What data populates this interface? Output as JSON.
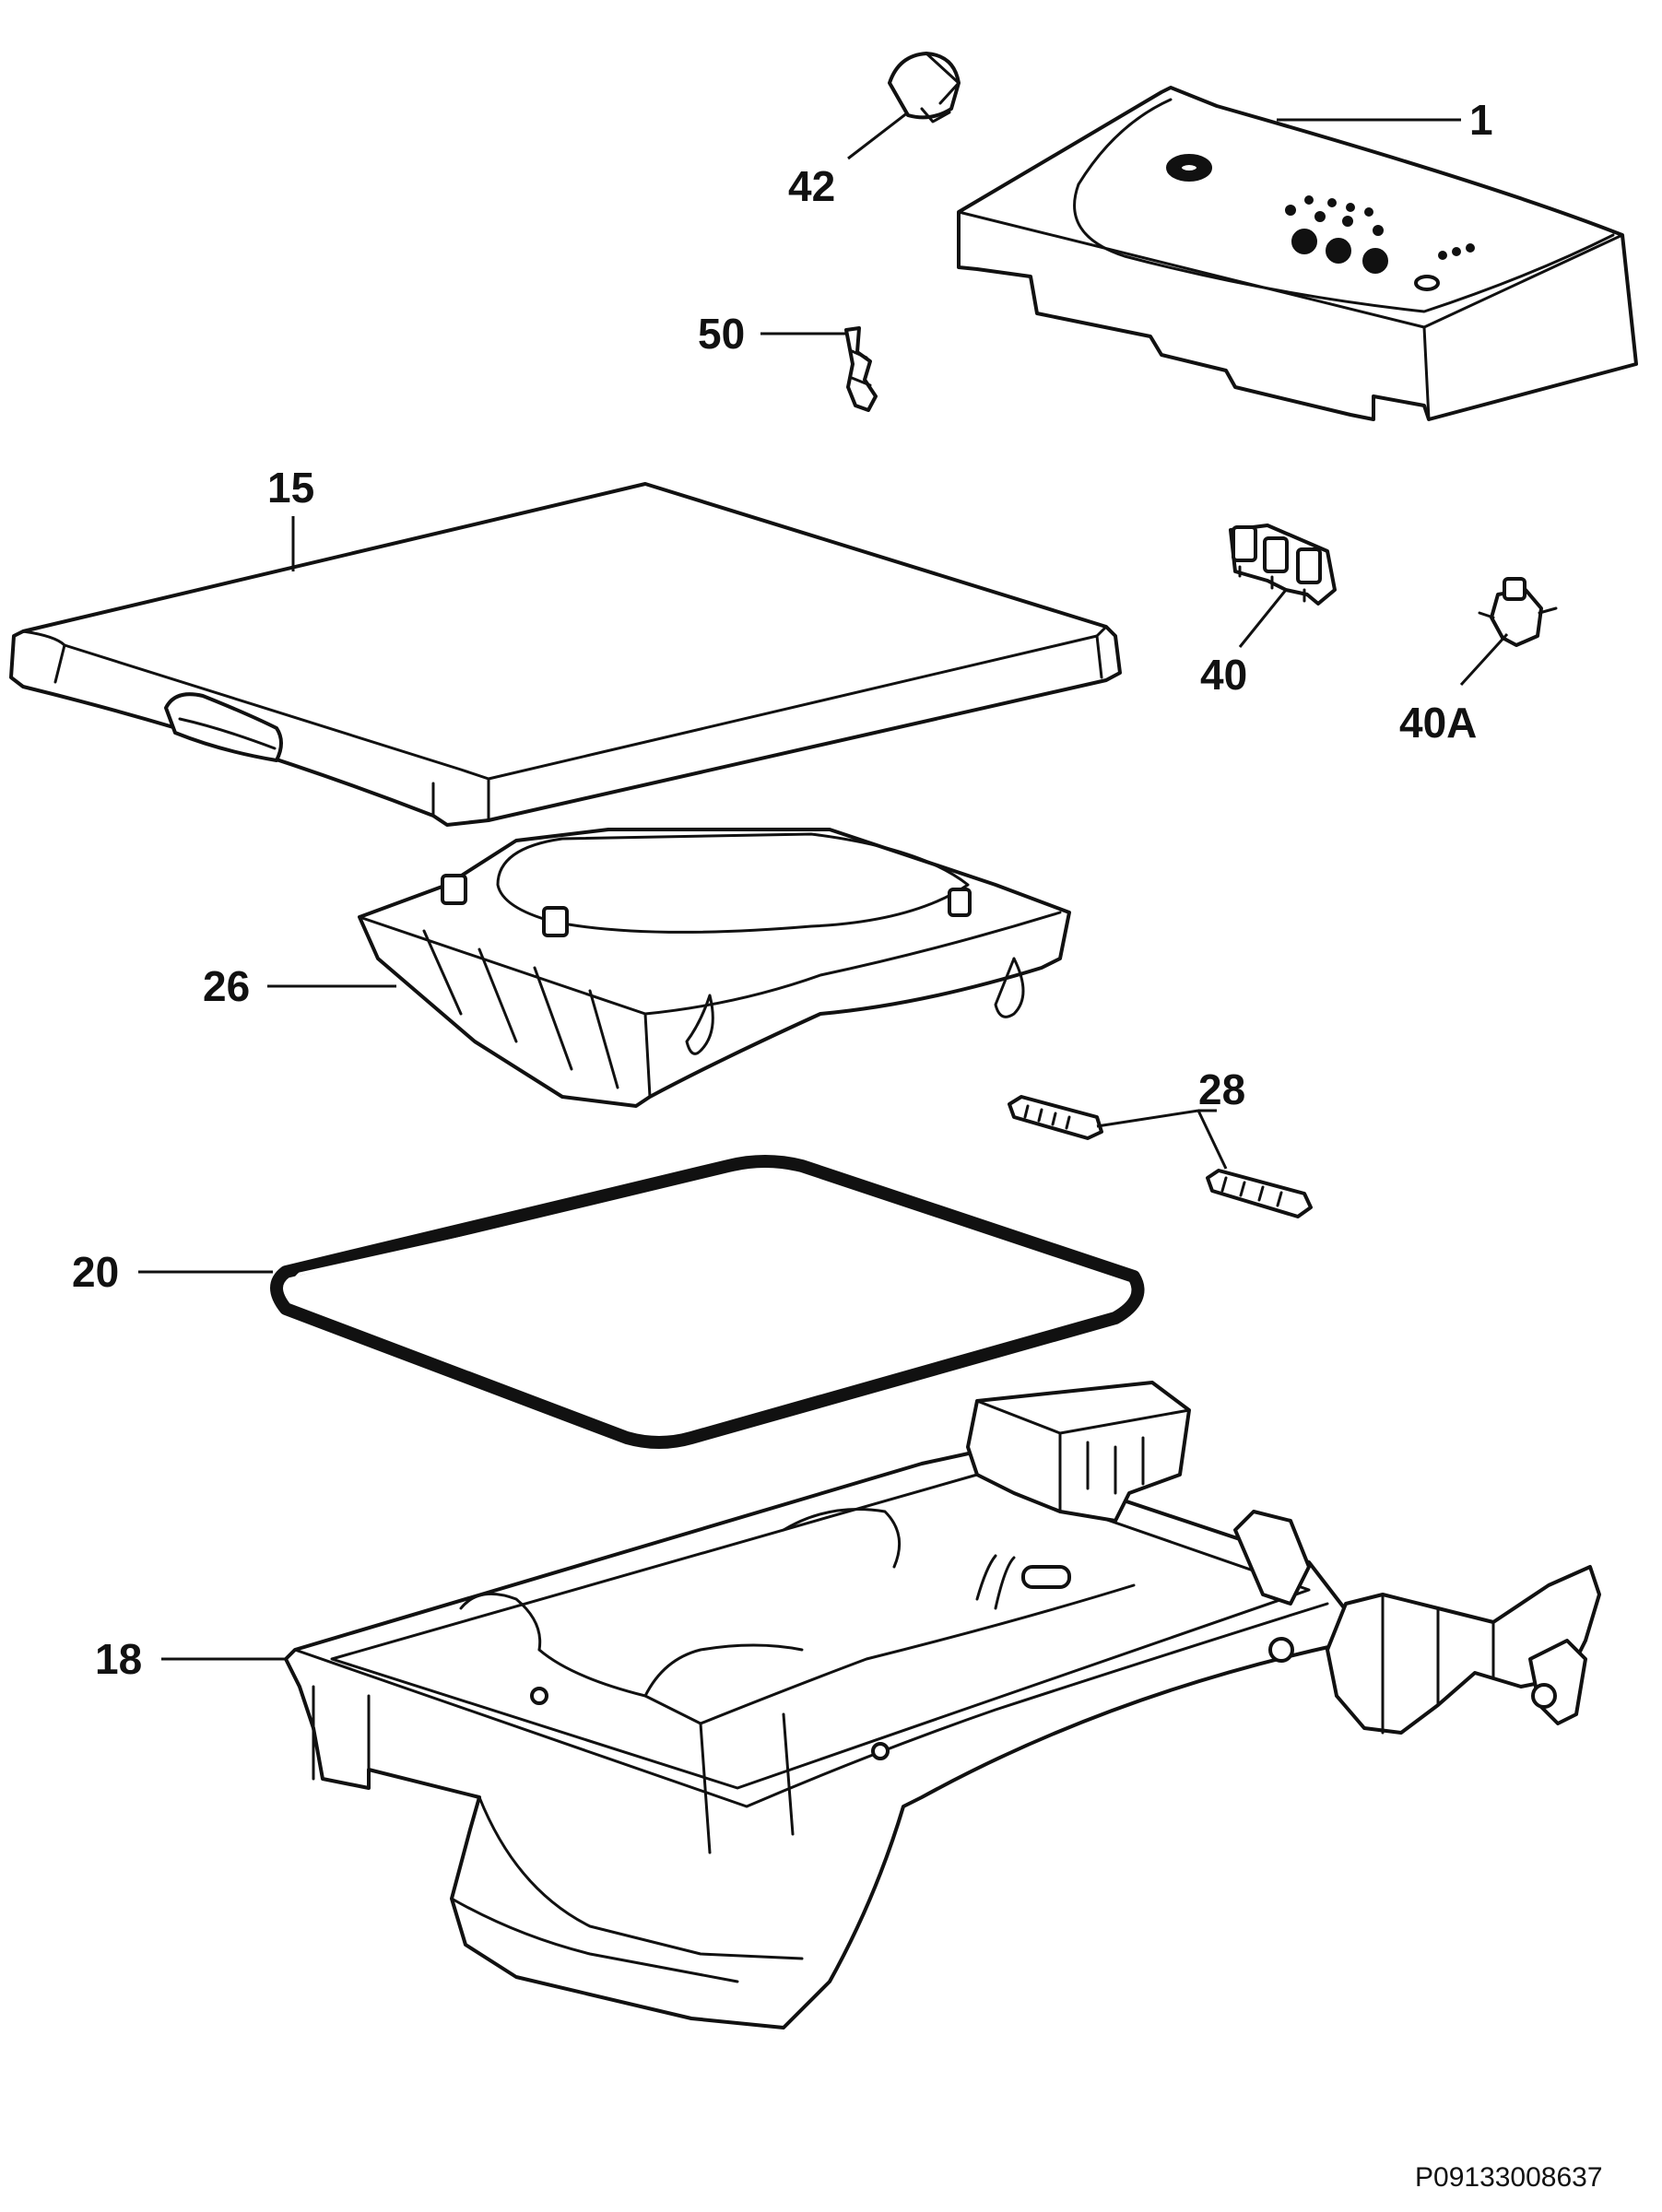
{
  "diagram": {
    "callouts": {
      "c1": "1",
      "c42": "42",
      "c50": "50",
      "c15": "15",
      "c40": "40",
      "c40a": "40A",
      "c26": "26",
      "c28": "28",
      "c20": "20",
      "c18": "18"
    },
    "drawing_code": "P09133008637",
    "colors": {
      "line": "#111111",
      "background": "#ffffff"
    }
  }
}
